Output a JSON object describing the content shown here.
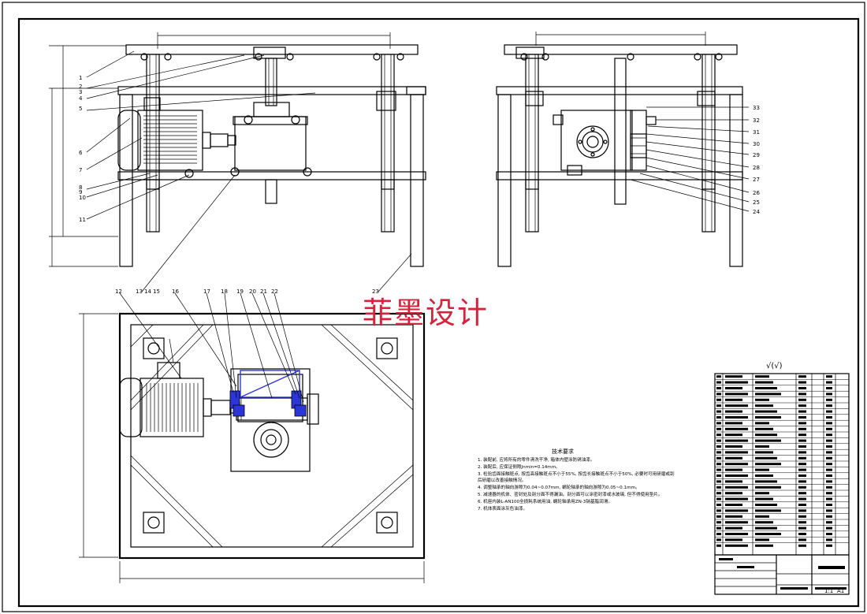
{
  "watermark": "菲墨设计",
  "front_labels_left": [
    "1",
    "2",
    "3",
    "4",
    "5",
    "6",
    "7",
    "8",
    "9",
    "10",
    "11"
  ],
  "front_labels_mid": [
    "12",
    "13",
    "14",
    "15",
    "16",
    "17",
    "18",
    "19",
    "20",
    "21",
    "22"
  ],
  "side_labels": [
    "33",
    "32",
    "31",
    "30",
    "29",
    "28",
    "27",
    "26",
    "25",
    "24"
  ],
  "bottom_labels": [
    "23"
  ],
  "notes": {
    "title": "技术要求",
    "lines": [
      "1. 装配前, 应将所有的零件清洗干净, 箱体内壁涂防锈油漆。",
      "2. 装配后, 应保证侧隙Jnmin=0.14mm。",
      "3. 检验齿面接触斑点, 按齿高接触斑点不小于55%, 按齿长接触斑点不小于50%, 必要时可用研磨或刮",
      "后研磨以改善接触情况。",
      "4. 调整轴承的轴向游隙为0.04~0.07mm, 蜗轮轴承的轴向游隙为0.05~0.1mm。",
      "5. 减速器的机体、密封处及剖分面不得漏油。剖分面可以涂密封漆或水玻璃, 但不得使用垫片。",
      "6. 机座内装L-AN100全损耗系统用油, 蜗轮轴承用ZN-3钠基脂润滑。",
      "7. 机体表面涂灰色油漆。"
    ]
  },
  "roughness_symbol": "√(√)",
  "title_block": {
    "scale_label": "1:1",
    "sheet_label": "A1"
  }
}
